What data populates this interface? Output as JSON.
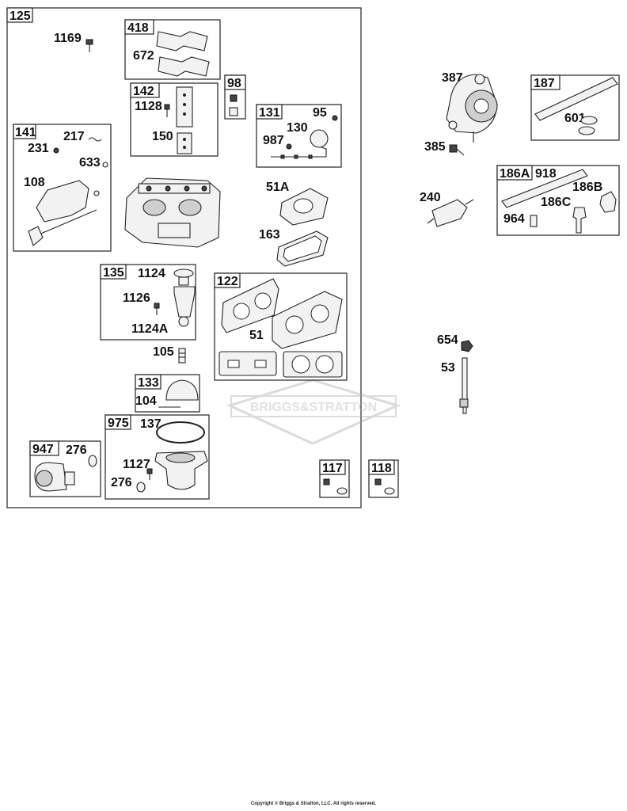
{
  "groups": {
    "g125": "125",
    "g418": "418",
    "g142": "142",
    "g98": "98",
    "g131": "131",
    "g141": "141",
    "g135": "135",
    "g122": "122",
    "g133": "133",
    "g975": "975",
    "g947": "947",
    "g117": "117",
    "g118": "118",
    "g187": "187",
    "g186a": "186A"
  },
  "parts": {
    "p1169": "1169",
    "p672": "672",
    "p1128": "1128",
    "p150": "150",
    "p95": "95",
    "p130": "130",
    "p987": "987",
    "p217": "217",
    "p231": "231",
    "p633": "633",
    "p108": "108",
    "p51a": "51A",
    "p163": "163",
    "p1124": "1124",
    "p1126": "1126",
    "p1124a": "1124A",
    "p51": "51",
    "p105": "105",
    "p104": "104",
    "p137": "137",
    "p1127": "1127",
    "p276a": "276",
    "p276b": "276",
    "p387": "387",
    "p385": "385",
    "p601": "601",
    "p918": "918",
    "p186b": "186B",
    "p186c": "186C",
    "p964": "964",
    "p240": "240",
    "p654": "654",
    "p53": "53"
  },
  "watermark": "BRIGGS&STRATTON",
  "copyright": "Copyright © Briggs & Stratton, LLC. All rights reserved."
}
